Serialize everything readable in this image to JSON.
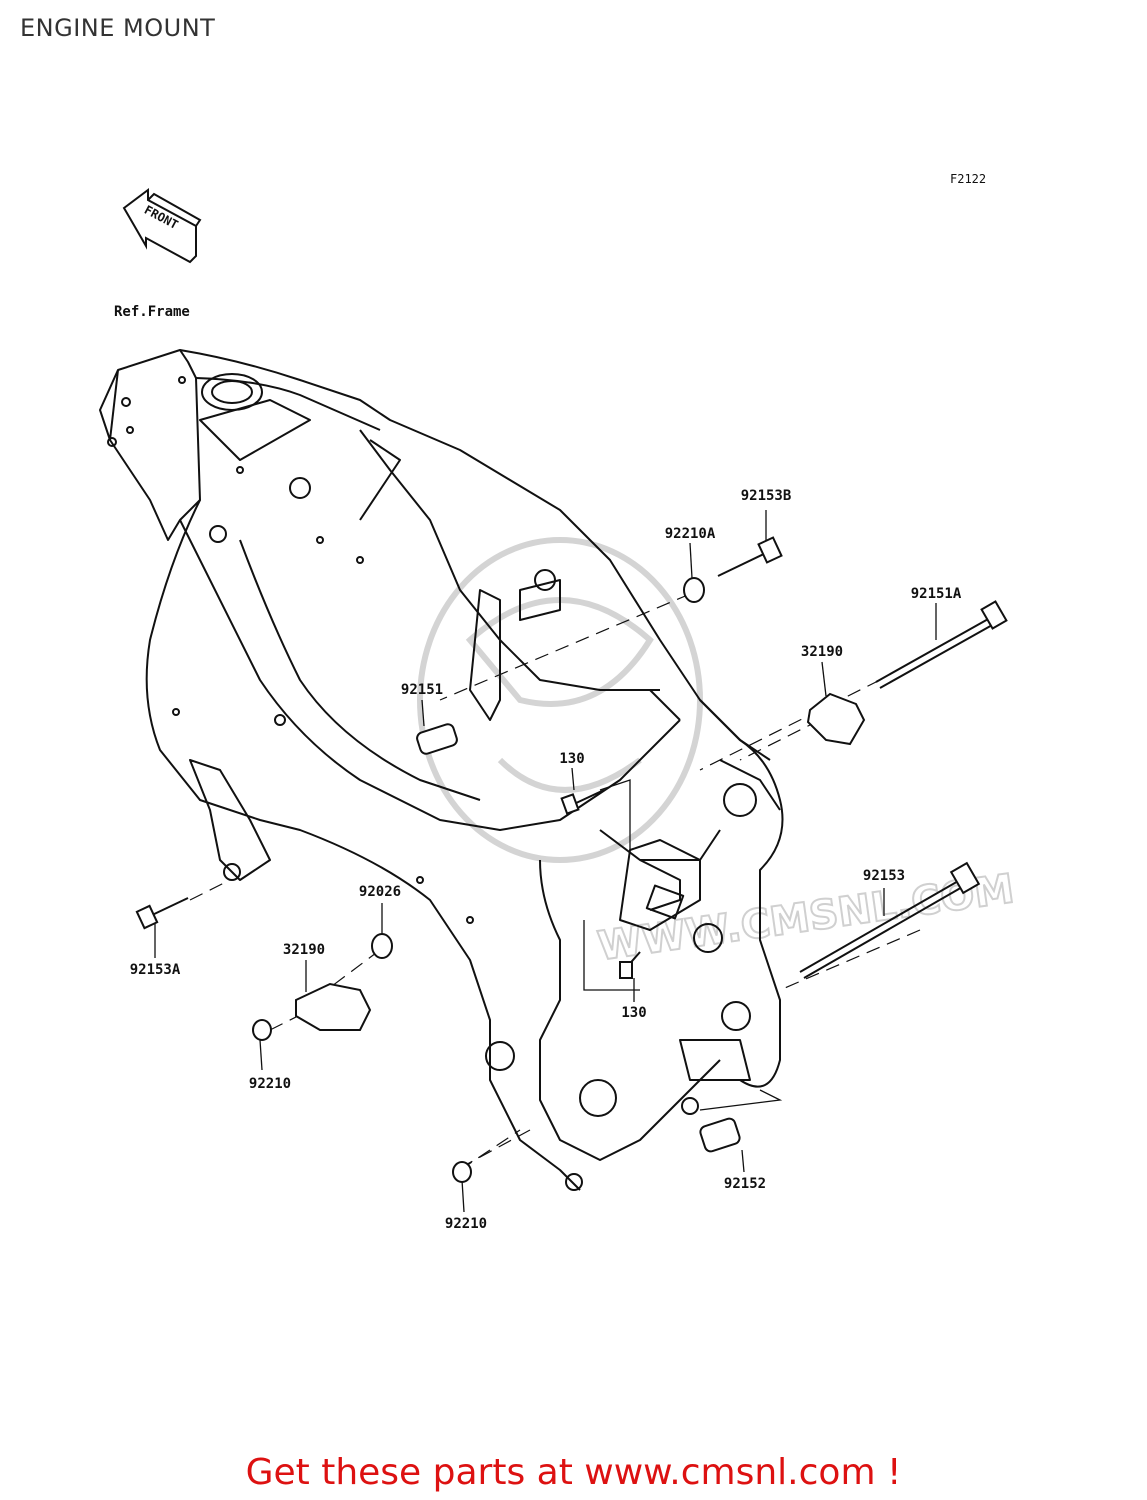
{
  "title": "ENGINE MOUNT",
  "figure_code": "F2122",
  "front_arrow_label": "FRONT",
  "reference_label": "Ref.Frame",
  "watermark": "WWW.CMSNL.COM",
  "parts": [
    {
      "id": "p-92153b",
      "label": "92153B"
    },
    {
      "id": "p-92210a",
      "label": "92210A"
    },
    {
      "id": "p-92151a",
      "label": "92151A"
    },
    {
      "id": "p-32190-upper",
      "label": "32190"
    },
    {
      "id": "p-92151",
      "label": "92151"
    },
    {
      "id": "p-130-upper",
      "label": "130"
    },
    {
      "id": "p-92153",
      "label": "92153"
    },
    {
      "id": "p-92026",
      "label": "92026"
    },
    {
      "id": "p-32190-lower",
      "label": "32190"
    },
    {
      "id": "p-92153a",
      "label": "92153A"
    },
    {
      "id": "p-92210-left",
      "label": "92210"
    },
    {
      "id": "p-130-lower",
      "label": "130"
    },
    {
      "id": "p-92152",
      "label": "92152"
    },
    {
      "id": "p-92210-bottom",
      "label": "92210"
    }
  ],
  "call_to_action": "Get these parts at www.cmsnl.com !",
  "colors": {
    "cta": "#dd1111",
    "line": "#111111",
    "watermark": "#cfcfcf"
  }
}
